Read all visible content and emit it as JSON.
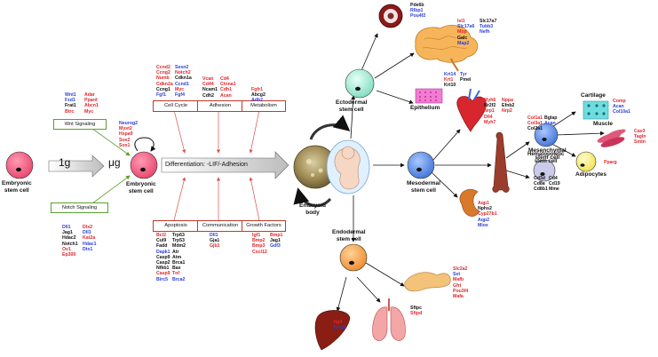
{
  "colors": {
    "red": "#e0262b",
    "blue": "#2b3fd6",
    "black": "#111111",
    "pink_cell": "#f06a8a",
    "ectoderm": "#a8ecd8",
    "mesoderm": "#5d8fe0",
    "endoderm": "#f5a04a",
    "adipocyte": "#f5ec6a",
    "box_red": "#c0392b",
    "box_green": "#5aa02c"
  },
  "left": {
    "cell1_label": "Embryonic\nstem cell",
    "gravity_1g": "1g",
    "gravity_ug": "μg",
    "cell2_label": "Embryonic\nstem cell",
    "wnt_box": "Wnt Signaling",
    "notch_box": "Notch Signaling",
    "self_genes": [
      {
        "t": "Neurog2",
        "c": "blue"
      },
      {
        "t": "Myst2",
        "c": "red"
      },
      {
        "t": "Hspa9",
        "c": "red"
      },
      {
        "t": "Sox2",
        "c": "red"
      },
      {
        "t": "Sox1",
        "c": "red"
      }
    ],
    "wnt_genes_col1": [
      {
        "t": "Wnt1",
        "c": "blue"
      },
      {
        "t": "Fzd1",
        "c": "blue"
      },
      {
        "t": "Frat1",
        "c": "black"
      },
      {
        "t": "Btrc",
        "c": "red"
      }
    ],
    "wnt_genes_col2": [
      {
        "t": "Adar",
        "c": "red"
      },
      {
        "t": "Ppard",
        "c": "red"
      },
      {
        "t": "Abcn1",
        "c": "red"
      },
      {
        "t": "Myc",
        "c": "red"
      }
    ],
    "notch_genes_col1": [
      {
        "t": "Dll1",
        "c": "blue"
      },
      {
        "t": "Jag1",
        "c": "black"
      },
      {
        "t": "Hdac2",
        "c": "black"
      },
      {
        "t": "Notch1",
        "c": "black"
      },
      {
        "t": "Ov1",
        "c": "red"
      },
      {
        "t": "Ep300",
        "c": "red"
      }
    ],
    "notch_genes_col2": [
      {
        "t": "Dlx2",
        "c": "red"
      },
      {
        "t": "Dll3",
        "c": "blue"
      },
      {
        "t": "Kat2a",
        "c": "red"
      },
      {
        "t": "Hdac1",
        "c": "blue"
      },
      {
        "t": "Dtx1",
        "c": "blue"
      }
    ]
  },
  "center": {
    "diff_arrow": "Differentiation: -LIF/-Adhesion",
    "embryoid_label": "Embryoid\nbody",
    "boxes_top": [
      "Cell Cycle",
      "Adhesion",
      "Metabolism"
    ],
    "boxes_bottom": [
      "Apoptosis",
      "Communication",
      "Growth Factors"
    ],
    "cellcycle_col1": [
      {
        "t": "Ccnd2",
        "c": "red"
      },
      {
        "t": "Ccng2",
        "c": "red"
      },
      {
        "t": "Numb",
        "c": "red"
      },
      {
        "t": "Cdkn2a",
        "c": "red"
      },
      {
        "t": "Ccng1",
        "c": "black"
      },
      {
        "t": "Fgf1",
        "c": "blue"
      }
    ],
    "cellcycle_col2": [
      {
        "t": "Sesn2",
        "c": "blue"
      },
      {
        "t": "Notch2",
        "c": "red"
      },
      {
        "t": "Cdkn1a",
        "c": "black"
      },
      {
        "t": "Ccnd1",
        "c": "blue"
      },
      {
        "t": "Myc",
        "c": "red"
      },
      {
        "t": "Fgf4",
        "c": "blue"
      }
    ],
    "adhesion_col1": [
      {
        "t": "Vcan",
        "c": "red"
      },
      {
        "t": "Cd44",
        "c": "red"
      },
      {
        "t": "Ncam1",
        "c": "black"
      },
      {
        "t": "Cdh2",
        "c": "black"
      }
    ],
    "adhesion_col2": [
      {
        "t": "Cd4",
        "c": "red"
      },
      {
        "t": "Ctnna1",
        "c": "red"
      },
      {
        "t": "Cdh1",
        "c": "red"
      },
      {
        "t": "Acan",
        "c": "red"
      }
    ],
    "metabolism_genes": [
      {
        "t": "Fgfr1",
        "c": "red"
      },
      {
        "t": "Abcg2",
        "c": "black"
      },
      {
        "t": "Adh2",
        "c": "blue"
      }
    ],
    "apoptosis_col1": [
      {
        "t": "Bcl2",
        "c": "red"
      },
      {
        "t": "Cul9",
        "c": "black"
      },
      {
        "t": "Fadd",
        "c": "black"
      },
      {
        "t": "Dapk1",
        "c": "blue"
      },
      {
        "t": "Casp9",
        "c": "black"
      },
      {
        "t": "Casp2",
        "c": "black"
      },
      {
        "t": "Nfkb1",
        "c": "black"
      },
      {
        "t": "Casp9",
        "c": "red"
      },
      {
        "t": "Birc5",
        "c": "blue"
      }
    ],
    "apoptosis_col2": [
      {
        "t": "Trp63",
        "c": "black"
      },
      {
        "t": "Trp53",
        "c": "black"
      },
      {
        "t": "Mdm2",
        "c": "black"
      },
      {
        "t": "Atr",
        "c": "black"
      },
      {
        "t": "Atm",
        "c": "black"
      },
      {
        "t": "Brca1",
        "c": "black"
      },
      {
        "t": "Bax",
        "c": "black"
      },
      {
        "t": "Tnf",
        "c": "red"
      },
      {
        "t": "Brca2",
        "c": "blue"
      }
    ],
    "communication_genes": [
      {
        "t": "Dll1",
        "c": "blue"
      },
      {
        "t": "Gja1",
        "c": "black"
      },
      {
        "t": "Gjb1",
        "c": "red"
      }
    ],
    "growth_col1": [
      {
        "t": "Igf1",
        "c": "red"
      },
      {
        "t": "Bmp2",
        "c": "red"
      },
      {
        "t": "Bmp3",
        "c": "red"
      },
      {
        "t": "Cxcl12",
        "c": "red"
      }
    ],
    "growth_col2": [
      {
        "t": "Bmp1",
        "c": "red"
      },
      {
        "t": "Jag1",
        "c": "black"
      },
      {
        "t": "Gdf3",
        "c": "blue"
      }
    ]
  },
  "right": {
    "ecto_label": "Ectodermal\nstem cell",
    "meso_label": "Mesodermal\nstem cell",
    "endo_label": "Endodermal\nstem cell",
    "epithelium_label": "Epithelium",
    "mesenchymal_label": "Mesenchymal\nstem cell",
    "hematopoietic_label": "Hematopoietic\nstem cell",
    "cartilage_label": "Cartilage",
    "muscle_label": "Muscle",
    "adipocytes_label": "Adipocytes",
    "eye_genes": [
      {
        "t": "Pde6b",
        "c": "black"
      },
      {
        "t": "Rlbp1",
        "c": "blue"
      },
      {
        "t": "Pou4f2",
        "c": "blue"
      }
    ],
    "brain_col1": [
      {
        "t": "Isl1",
        "c": "red"
      },
      {
        "t": "Slc17a6",
        "c": "blue"
      },
      {
        "t": "Mbp",
        "c": "red"
      },
      {
        "t": "Galc",
        "c": "black"
      },
      {
        "t": "Map2",
        "c": "blue"
      }
    ],
    "brain_col2": [
      {
        "t": "Slc17a7",
        "c": "black"
      },
      {
        "t": "Tubb3",
        "c": "blue"
      },
      {
        "t": "Nefh",
        "c": "blue"
      }
    ],
    "epith_col1": [
      {
        "t": "Krt14",
        "c": "blue"
      },
      {
        "t": "Krt1",
        "c": "red"
      },
      {
        "t": "Krt10",
        "c": "black"
      }
    ],
    "epith_col2": [
      {
        "t": "Tyr",
        "c": "blue"
      },
      {
        "t": "Pmel",
        "c": "black"
      }
    ],
    "heart_col1": [
      {
        "t": "Myh6",
        "c": "red"
      },
      {
        "t": "Nr2f2",
        "c": "black"
      },
      {
        "t": "Nrp1",
        "c": "red"
      },
      {
        "t": "Dll4",
        "c": "red"
      },
      {
        "t": "Myh7",
        "c": "red"
      }
    ],
    "heart_col2": [
      {
        "t": "Nppa",
        "c": "red"
      },
      {
        "t": "Efnb2",
        "c": "black"
      },
      {
        "t": "Nrp2",
        "c": "red"
      }
    ],
    "kidney_genes": [
      {
        "t": "Aqp1",
        "c": "red"
      },
      {
        "t": "Nphs2",
        "c": "black"
      },
      {
        "t": "Cyp27b1",
        "c": "red"
      },
      {
        "t": "Aqp2",
        "c": "blue"
      },
      {
        "t": "Miox",
        "c": "blue"
      }
    ],
    "mesench_genes": [
      {
        "t": "Col1a1",
        "c": "red"
      },
      {
        "t": "Col3a1",
        "c": "red"
      },
      {
        "t": "Col2a1",
        "c": "black"
      }
    ],
    "mesench_genes2": [
      {
        "t": "Bglap",
        "c": "black"
      },
      {
        "t": "Acan",
        "c": "blue"
      }
    ],
    "hemato_col1": [
      {
        "t": "Cd3d",
        "c": "black"
      },
      {
        "t": "Cd8a",
        "c": "black"
      },
      {
        "t": "Cd8b1",
        "c": "black"
      }
    ],
    "hemato_col2": [
      {
        "t": "Cd4",
        "c": "black"
      },
      {
        "t": "Cd19",
        "c": "black"
      },
      {
        "t": "Mme",
        "c": "black"
      }
    ],
    "cartilage_genes": [
      {
        "t": "Comp",
        "c": "red"
      },
      {
        "t": "Acan",
        "c": "blue"
      },
      {
        "t": "Col10a1",
        "c": "blue"
      }
    ],
    "muscle_genes": [
      {
        "t": "Cav3",
        "c": "red"
      },
      {
        "t": "Tagln",
        "c": "red"
      },
      {
        "t": "Smtn",
        "c": "red"
      }
    ],
    "adipo_genes": [
      {
        "t": "Pparg",
        "c": "red"
      }
    ],
    "pancreas_genes": [
      {
        "t": "Slc2a2",
        "c": "red"
      },
      {
        "t": "Sst",
        "c": "blue"
      },
      {
        "t": "Mafb",
        "c": "red"
      },
      {
        "t": "Gfrl",
        "c": "red"
      },
      {
        "t": "Pou3f4",
        "c": "red"
      },
      {
        "t": "Mafa",
        "c": "red"
      }
    ],
    "lung_genes": [
      {
        "t": "Sftpc",
        "c": "black"
      },
      {
        "t": "Sftpd",
        "c": "red"
      }
    ],
    "liver_genes": [
      {
        "t": "Itg4",
        "c": "red"
      },
      {
        "t": "Krt19",
        "c": "blue"
      }
    ]
  }
}
